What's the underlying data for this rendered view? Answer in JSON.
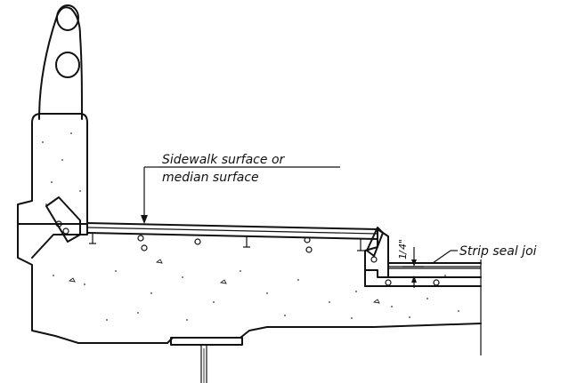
{
  "labels": {
    "sidewalk_line1": "Sidewalk surface or",
    "sidewalk_line2": "median surface",
    "strip_seal": "Strip seal joi",
    "gap_numerator": "1",
    "gap_denominator": "4",
    "gap_unit": "\""
  },
  "icons": {
    "anchor_bolt": "anchor-bolt-icon",
    "dowel_hole": "dowel-hole-icon"
  },
  "colors": {
    "ink": "#111111",
    "paper": "#ffffff"
  }
}
